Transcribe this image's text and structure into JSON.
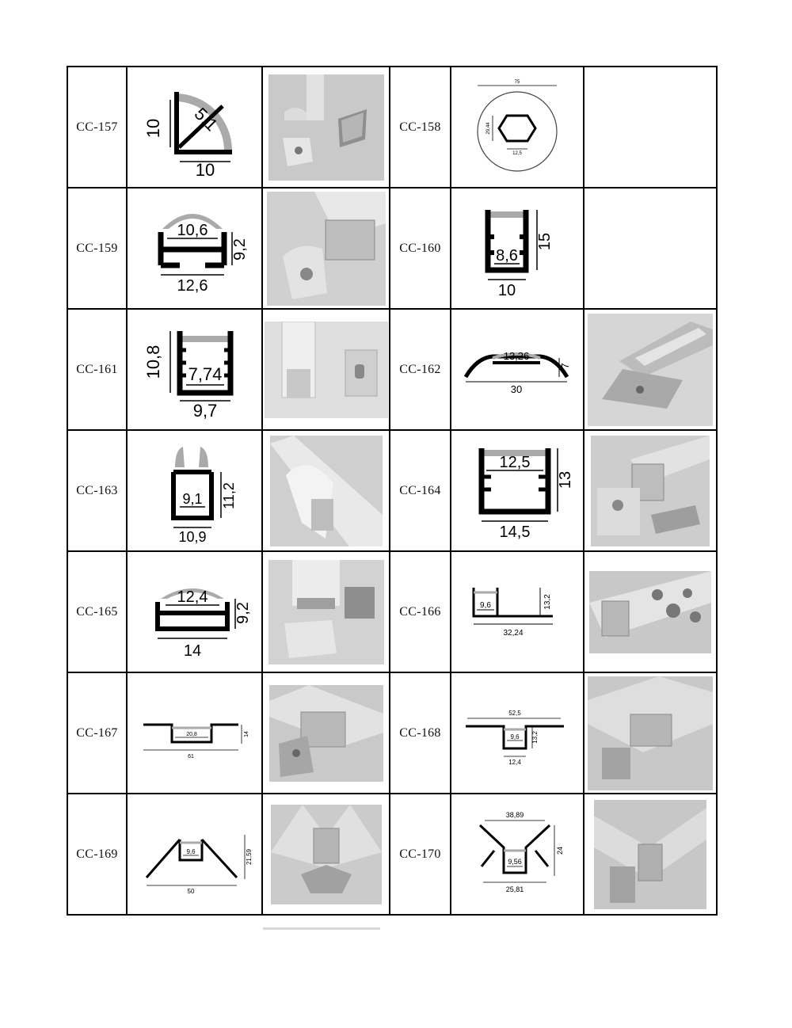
{
  "rows": [
    {
      "left": {
        "code": "CC-157",
        "dims": {
          "h": "10",
          "w": "10",
          "d": "5,1"
        }
      },
      "right": {
        "code": "CC-158",
        "dims": {
          "dia": "75",
          "hex_h": "29,44",
          "hex_w": "12,5"
        }
      }
    },
    {
      "left": {
        "code": "CC-159",
        "dims": {
          "inner": "10,6",
          "h": "9,2",
          "w": "12,6"
        }
      },
      "right": {
        "code": "CC-160",
        "dims": {
          "inner": "8,6",
          "h": "15",
          "w": "10"
        }
      }
    },
    {
      "left": {
        "code": "CC-161",
        "dims": {
          "h": "10,8",
          "inner": "7,74",
          "w": "9,7"
        }
      },
      "right": {
        "code": "CC-162",
        "dims": {
          "top": "13,26",
          "h": "7",
          "w": "30"
        }
      }
    },
    {
      "left": {
        "code": "CC-163",
        "dims": {
          "inner": "9,1",
          "h": "11,2",
          "w": "10,9"
        }
      },
      "right": {
        "code": "CC-164",
        "dims": {
          "inner": "12,5",
          "h": "13",
          "w": "14,5"
        }
      }
    },
    {
      "left": {
        "code": "CC-165",
        "dims": {
          "inner": "12,4",
          "h": "9,2",
          "w": "14"
        }
      },
      "right": {
        "code": "CC-166",
        "dims": {
          "inner": "9,6",
          "h": "13,2",
          "w": "32,24"
        }
      }
    },
    {
      "left": {
        "code": "CC-167",
        "dims": {
          "inner": "20,8",
          "h": "14",
          "w": "61"
        }
      },
      "right": {
        "code": "CC-168",
        "dims": {
          "top": "52,5",
          "inner": "9,6",
          "h": "13,2",
          "w": "12,4"
        }
      }
    },
    {
      "left": {
        "code": "CC-169",
        "dims": {
          "inner": "9,6",
          "h": "21,59",
          "w": "50"
        }
      },
      "right": {
        "code": "CC-170",
        "dims": {
          "top": "38,89",
          "inner": "9,56",
          "h": "24",
          "w": "25,81"
        }
      }
    }
  ]
}
